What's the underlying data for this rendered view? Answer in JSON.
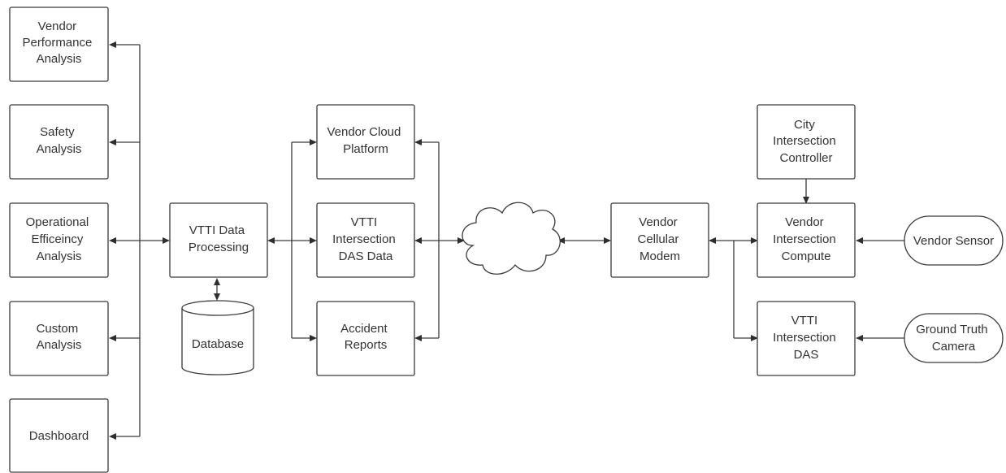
{
  "nodes": {
    "vendor_performance": [
      "Vendor",
      "Performance",
      "Analysis"
    ],
    "safety": [
      "Safety",
      "Analysis"
    ],
    "operational": [
      "Operational",
      "Efficeincy",
      "Analysis"
    ],
    "custom": [
      "Custom",
      "Analysis"
    ],
    "dashboard": [
      "Dashboard"
    ],
    "vtti_processing": [
      "VTTI Data",
      "Processing"
    ],
    "database": [
      "Database"
    ],
    "vendor_cloud": [
      "Vendor Cloud",
      "Platform"
    ],
    "vtti_das_data": [
      "VTTI",
      "Intersection",
      "DAS Data"
    ],
    "accident_reports": [
      "Accident",
      "Reports"
    ],
    "cellular_modem": [
      "Vendor",
      "Cellular",
      "Modem"
    ],
    "city_controller": [
      "City",
      "Intersection",
      "Controller"
    ],
    "intersection_compute": [
      "Vendor",
      "Intersection",
      "Compute"
    ],
    "vtti_das": [
      "VTTI",
      "Intersection",
      "DAS"
    ],
    "vendor_sensor": [
      "Vendor Sensor"
    ],
    "ground_truth_camera": [
      "Ground Truth",
      "Camera"
    ]
  },
  "colors": {
    "stroke": "#3a3a3a",
    "text": "#333333",
    "background": "#ffffff"
  }
}
